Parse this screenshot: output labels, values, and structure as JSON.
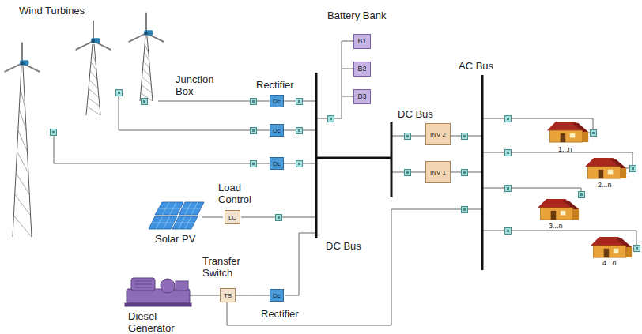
{
  "diagram": {
    "nodes": [
      {
        "text": [
          "B1"
        ]
      },
      {
        "text": [
          "B2"
        ]
      },
      {
        "text": [
          "B3"
        ]
      },
      {
        "text": [
          "Dc"
        ]
      },
      {
        "text": [
          "Dc"
        ]
      },
      {
        "text": [
          "Dc"
        ]
      },
      {
        "text": [
          "INV 2"
        ]
      },
      {
        "text": [
          "INV 1"
        ]
      },
      {
        "text": [
          "LC"
        ]
      },
      {
        "text": [
          "TS"
        ]
      },
      {
        "text": [
          "Dc"
        ]
      }
    ],
    "edges": [
      {
        "from": 9,
        "to": 10,
        "arrow": "none"
      }
    ],
    "labels": [
      "Wind Turbines",
      "Junction Box",
      "Rectifier",
      "Battery Bank",
      "DC Bus",
      "AC Bus",
      "1...n",
      "2...n",
      "3...n",
      "4...n",
      "Load Control",
      "Solar PV",
      "DC Bus",
      "Transfer Switch",
      "Rectifier",
      "Diesel Generator"
    ]
  }
}
